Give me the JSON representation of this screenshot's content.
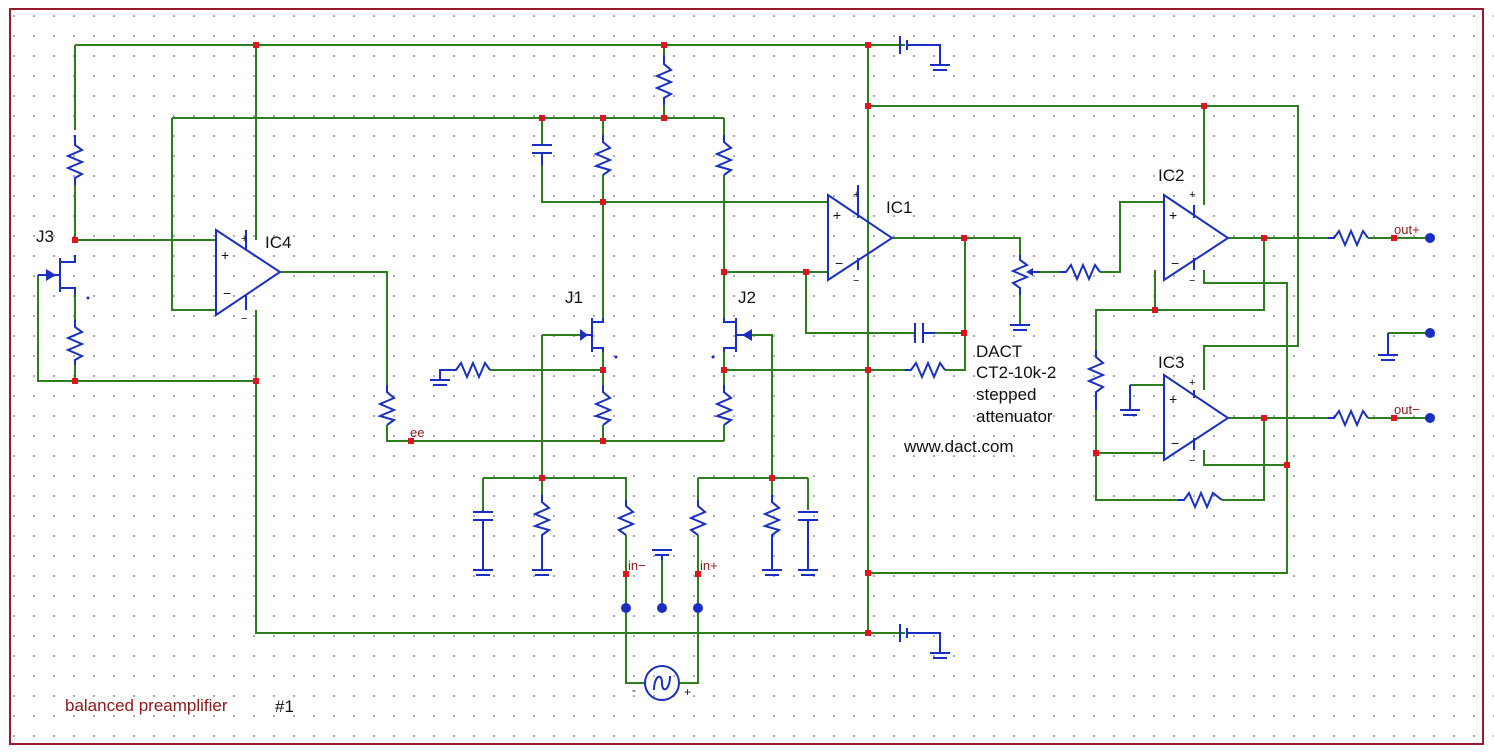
{
  "title": "balanced preamplifier",
  "sheet": "#1",
  "components": {
    "ic1": "IC1",
    "ic2": "IC2",
    "ic3": "IC3",
    "ic4": "IC4",
    "j1": "J1",
    "j2": "J2",
    "j3": "J3"
  },
  "attenuator": {
    "line1": "DACT",
    "line2": "CT2-10k-2",
    "line3": "stepped",
    "line4": "attenuator"
  },
  "website": "www.dact.com",
  "nets": {
    "ee": "ee",
    "in_minus": "in−",
    "in_plus": "in+",
    "out_plus": "out+",
    "out_minus": "out−"
  },
  "colors": {
    "wire": "#2e7d1e",
    "component": "#1a2fbf",
    "junction": "#e0141e",
    "frame": "#9b1b2e",
    "net_label": "#8b1a1a"
  }
}
